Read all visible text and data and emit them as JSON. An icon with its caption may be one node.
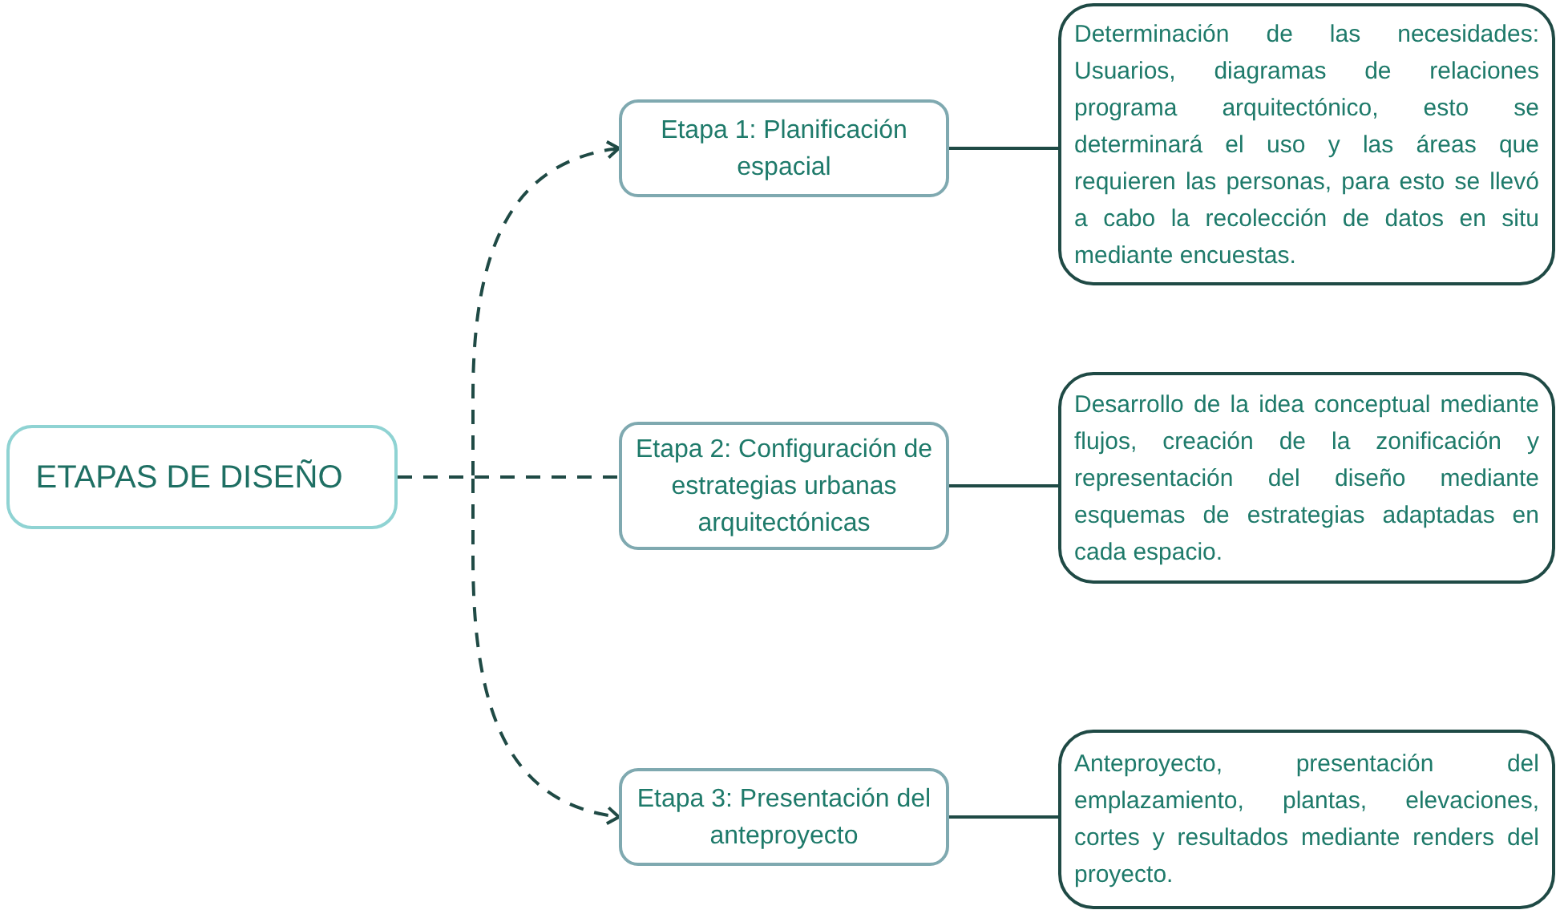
{
  "diagram": {
    "nodes": [
      {
        "text": [
          "ETAPAS DE DISEÑO"
        ]
      },
      {
        "text": [
          "Etapa 1: Planificación espacial"
        ]
      },
      {
        "text": [
          "Determinación de las necesidades: Usuarios, diagramas de relaciones programa arquitectónico, esto se determinará el uso y las áreas que requieren las personas, para esto se llevó a cabo la recolección de datos en situ mediante encuestas."
        ]
      },
      {
        "text": [
          "Etapa 2: Configuración de estrategias urbanas arquitectónicas"
        ]
      },
      {
        "text": [
          "Desarrollo de la idea conceptual mediante flujos, creación de la zonificación y representación del diseño mediante esquemas de estrategias adaptadas en cada espacio."
        ]
      },
      {
        "text": [
          "Etapa 3: Presentación del anteproyecto"
        ]
      },
      {
        "text": [
          "Anteproyecto, presentación del emplazamiento, plantas, elevaciones, cortes y resultados mediante renders del proyecto."
        ]
      }
    ],
    "edges": [
      {
        "from": 0,
        "to": 1,
        "arrow": "to",
        "style": "dashed"
      },
      {
        "from": 0,
        "to": 3,
        "arrow": "none",
        "style": "dashed"
      },
      {
        "from": 0,
        "to": 5,
        "arrow": "to",
        "style": "dashed"
      },
      {
        "from": 1,
        "to": 2,
        "arrow": "none"
      },
      {
        "from": 3,
        "to": 4,
        "arrow": "none"
      },
      {
        "from": 5,
        "to": 6,
        "arrow": "none"
      }
    ]
  }
}
